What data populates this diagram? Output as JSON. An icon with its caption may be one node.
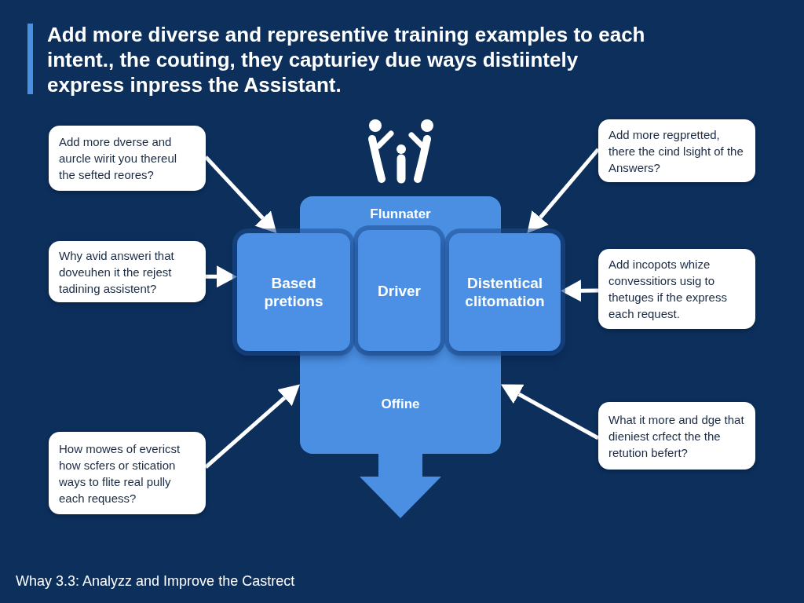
{
  "diagram": {
    "title": "Add more diverse and representive training examples to each intent., the couting, they capturiey due ways distiintely express inpress the Assistant.",
    "caption": "Whay 3.3: Analyzz and Improve the Castrect",
    "nodes": [
      {
        "text": [
          "Add more dverse and aurcle wirit you thereul the sefted reores?"
        ]
      },
      {
        "text": [
          "Add more regpretted, there the cind lsight of the Answers?"
        ]
      },
      {
        "text": [
          "Flunnater",
          "Offine"
        ]
      },
      {
        "text": [
          "Based pretions"
        ]
      },
      {
        "text": [
          "Driver"
        ],
        "in": 2
      },
      {
        "text": [
          "Distentical clitomation"
        ]
      },
      {
        "text": [
          "Why avid answeri that doveuhen it the rejest tadining assistent?"
        ]
      },
      {
        "text": [
          "Add incopots whize convessitiors usig to thetuges if the express each request."
        ]
      },
      {
        "text": [
          "What it more and dge that dieniest crfect the the retution befert?"
        ]
      },
      {
        "text": [
          "How mowes of evericst how scfers or stication ways to flite real pully each requess?"
        ]
      }
    ],
    "edges": [
      {
        "from": 0,
        "to": 3,
        "arrow": "to"
      },
      {
        "from": 1,
        "to": 5,
        "arrow": "to"
      },
      {
        "from": 6,
        "to": 3,
        "arrow": "to"
      },
      {
        "from": 7,
        "to": 5,
        "arrow": "to"
      },
      {
        "from": 9,
        "to": 2,
        "arrow": "to"
      },
      {
        "from": 8,
        "to": 2,
        "arrow": "to"
      }
    ]
  }
}
